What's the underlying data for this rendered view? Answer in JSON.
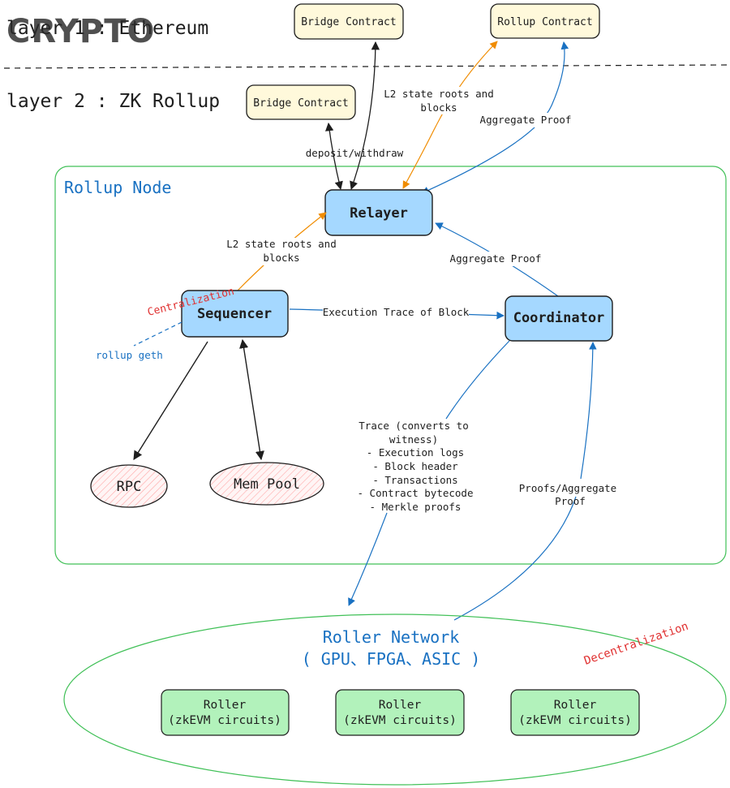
{
  "watermark": "CRYPTO",
  "layers": {
    "layer1": "layer 1 : Ethereum",
    "layer2": "layer 2 : ZK Rollup"
  },
  "contracts": {
    "l1_bridge": "Bridge Contract",
    "l1_rollup": "Rollup Contract",
    "l2_bridge": "Bridge Contract"
  },
  "rollup_node": {
    "title": "Rollup Node",
    "relayer": "Relayer",
    "sequencer": "Sequencer",
    "coordinator": "Coordinator",
    "rpc": "RPC",
    "mempool": "Mem Pool"
  },
  "edges": {
    "deposit_withdraw": "deposit/withdraw",
    "l1_state_roots": [
      "L2 state roots and",
      "blocks"
    ],
    "l1_aggregate_proof": "Aggregate Proof",
    "seq_state_roots": [
      "L2 state roots and",
      "blocks"
    ],
    "coord_aggregate_proof": "Aggregate Proof",
    "execution_trace": "Execution Trace of Block",
    "trace_lines": [
      "Trace (converts to",
      "witness)",
      "- Execution logs",
      "- Block header",
      "- Transactions",
      "- Contract bytecode",
      "- Merkle proofs"
    ],
    "proofs_lines": [
      "Proofs/Aggregate",
      "Proof"
    ]
  },
  "notes": {
    "centralization": "Centralization",
    "rollup_geth": "rollup geth",
    "decentralization": "Decentralization"
  },
  "roller_network": {
    "title": "Roller Network",
    "subtitle": "( GPU、FPGA、ASIC )",
    "rollers": [
      {
        "line1": "Roller",
        "line2": "(zkEVM circuits)"
      },
      {
        "line1": "Roller",
        "line2": "(zkEVM circuits)"
      },
      {
        "line1": "Roller",
        "line2": "(zkEVM circuits)"
      }
    ]
  },
  "colors": {
    "node_fill": "#a5d8ff",
    "contract_fill": "#fff9db",
    "roller_fill": "#b2f2bb",
    "green_stroke": "#40c057",
    "blue": "#1971c2",
    "orange": "#f08c00",
    "red": "#e03131"
  }
}
